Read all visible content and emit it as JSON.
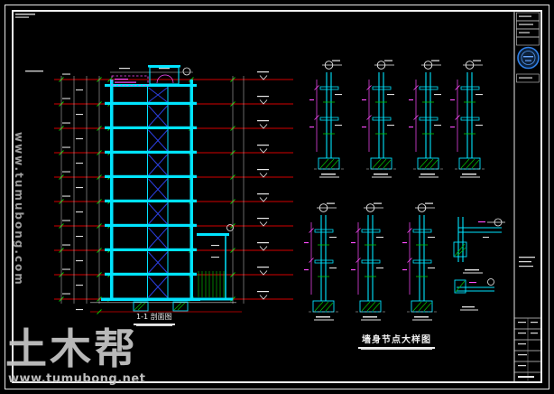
{
  "watermark": {
    "brand": "土木帮",
    "site": "www.tumubong.net",
    "side_site": "www.tumubong.com"
  },
  "labels": {
    "section_title": "1-1 剖面图",
    "details_title": "墙身节点大样图"
  },
  "palette": {
    "background": "#000000",
    "line_cyan": "#00e4ff",
    "line_red": "#d40000",
    "line_green": "#00c800",
    "line_magenta": "#ff4cff",
    "line_white": "#e8e8e8",
    "stair_blue": "#2b3fe0",
    "stamp_blue": "#2f7fe6",
    "watermark_gray": "#c4c4c4"
  }
}
